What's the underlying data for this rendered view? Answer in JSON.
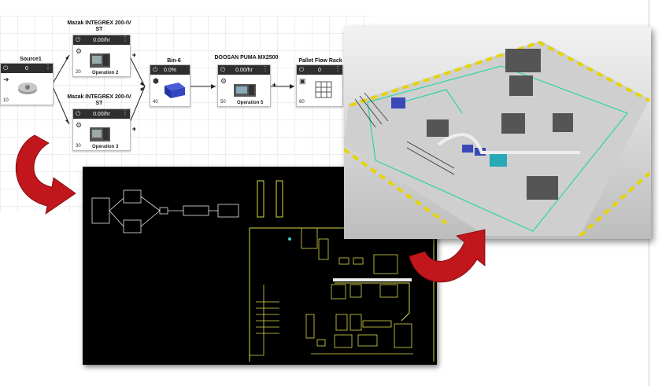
{
  "diagram": {
    "nodes": [
      {
        "title": "Source1",
        "value": "0",
        "count": "10",
        "operation": ""
      },
      {
        "title": "Mazak INTEGREX 200-IV ST",
        "value": "0.00/hr",
        "count": "20",
        "operation": "Operation 2"
      },
      {
        "title": "Mazak INTEGREX 200-IV ST",
        "value": "0.00/hr",
        "count": "30",
        "operation": "Operation 3"
      },
      {
        "title": "Bin-6",
        "value": "0.0%",
        "count": "40",
        "operation": ""
      },
      {
        "title": "DOOSAN PUMA MX2500",
        "value": "0.00/hr",
        "count": "50",
        "operation": "Operation 5"
      },
      {
        "title": "Pallet Flow Rack",
        "value": "0",
        "count": "60",
        "operation": ""
      }
    ]
  },
  "colors": {
    "arrow": "#c0161c",
    "cad_line": "#d8d84a",
    "render_floor": "#c9c9c9",
    "hazard": "#e6d400"
  },
  "icons": [
    "power-icon",
    "menu-dots-icon",
    "arrow-right-icon",
    "machine-icon",
    "bin-icon",
    "rack-icon"
  ]
}
